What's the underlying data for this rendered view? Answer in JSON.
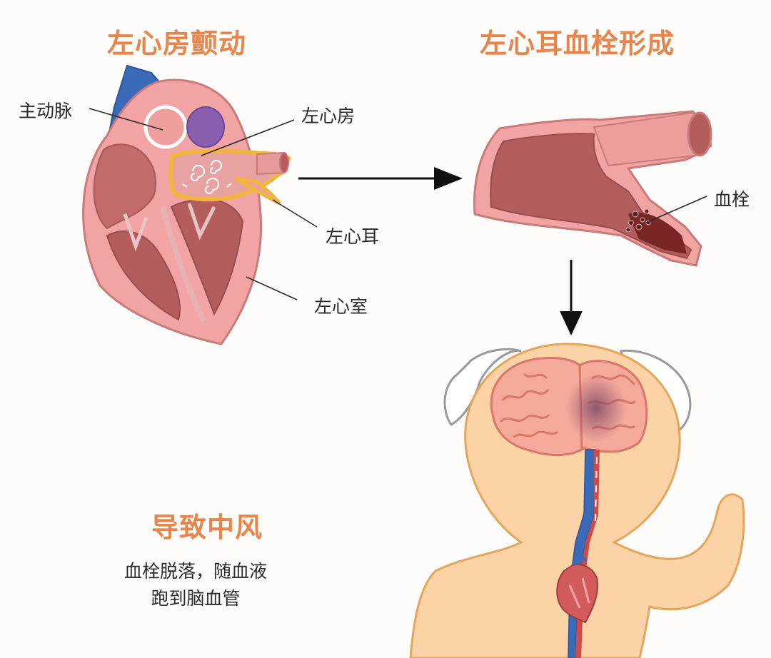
{
  "titles": {
    "af": "左心房颤动",
    "thrombus_formation": "左心耳血栓形成",
    "stroke": "导致中风"
  },
  "labels": {
    "aorta": "主动脉",
    "left_atrium": "左心房",
    "left_atrial_appendage": "左心耳",
    "left_ventricle": "左心室",
    "thrombus": "血栓"
  },
  "description": {
    "line1": "血栓脱落，随血液",
    "line2": "跑到脑血管"
  },
  "colors": {
    "title": "#e8854a",
    "heart_wall": "#f2a3a3",
    "heart_inner": "#c26b6b",
    "aorta": "#3a6bb8",
    "highlight": "#f2b53c",
    "skin": "#fbd3a6",
    "brain": "#f5a99a",
    "arrow": "#111111"
  }
}
